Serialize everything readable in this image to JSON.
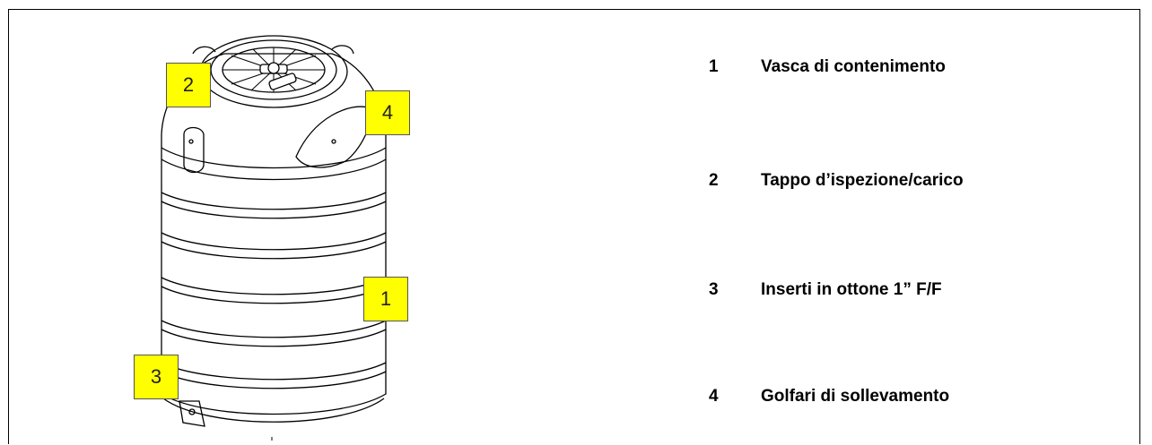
{
  "callouts": {
    "c1": "1",
    "c2": "2",
    "c3": "3",
    "c4": "4"
  },
  "legend": [
    {
      "num": "1",
      "label": "Vasca di contenimento"
    },
    {
      "num": "2",
      "label": "Tappo d’ispezione/carico"
    },
    {
      "num": "3",
      "label": "Inserti in ottone 1” F/F"
    },
    {
      "num": "4",
      "label": "Golfari di sollevamento"
    }
  ],
  "colors": {
    "callout_fill": "#ffff00",
    "outline": "#000000"
  }
}
